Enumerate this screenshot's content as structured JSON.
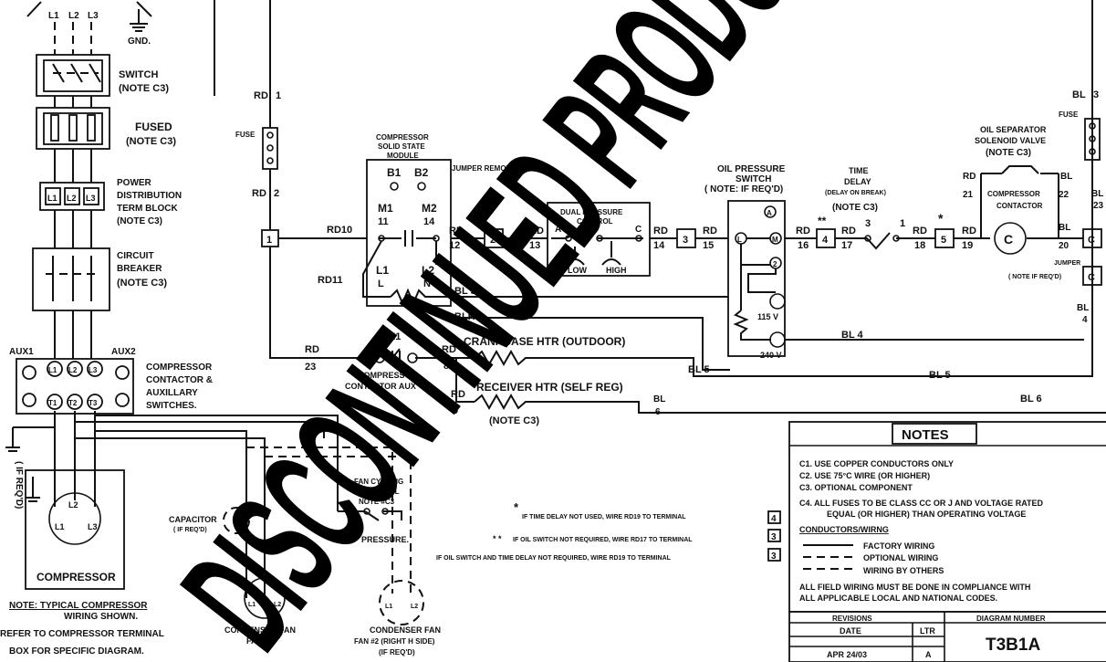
{
  "supply": {
    "phases": [
      "L1",
      "L2",
      "L3"
    ],
    "ground": "GND."
  },
  "components": {
    "switch": "SWITCH",
    "switch_note": "(NOTE C3)",
    "fused": "FUSED",
    "fused_note": "(NOTE C3)",
    "pdb_1": "POWER",
    "pdb_2": "DISTRIBUTION",
    "pdb_3": "TERM BLOCK",
    "pdb_note": "(NOTE C3)",
    "pdb_terms": [
      "L1",
      "L2",
      "L3"
    ],
    "cb_1": "CIRCUIT",
    "cb_2": "BREAKER",
    "cb_note": "(NOTE C3)",
    "aux1": "AUX1",
    "aux2": "AUX2",
    "cc_1": "COMPRESSOR",
    "cc_2": "CONTACTOR &",
    "cc_3": "AUXILLARY",
    "cc_4": "SWITCHES.",
    "cc_line_terms": [
      "L1",
      "L2",
      "L3"
    ],
    "cc_load_terms": [
      "T1",
      "T2",
      "T3"
    ],
    "if_reqd": "( IF REQ'D)",
    "motor_terms": [
      "L1",
      "L2",
      "L3"
    ],
    "compressor": "COMPRESSOR",
    "note_typical_1": "NOTE: TYPICAL COMPRESSOR",
    "note_typical_2": "WIRING SHOWN.",
    "refer_1": "REFER TO COMPRESSOR TERMINAL",
    "refer_2": "BOX FOR SPECIFIC DIAGRAM.",
    "capacitor_1": "CAPACITOR",
    "capacitor_2": "( IF REQ'D)",
    "cond_fan1_1": "CONDENSER FAN",
    "cond_fan1_2": "FAN #1",
    "cond_fan2_1": "CONDENSER FAN",
    "cond_fan2_2": "FAN #2 (RIGHT H SIDE)",
    "cond_fan2_3": "(IF REQ'D)",
    "fan_terms": [
      "L1",
      "L2"
    ],
    "fan_cycling_1": "FAN CYCLING",
    "fan_cycling_2": "CONTROL",
    "fan_cycling_3": "NOTE #C3",
    "pressure": "PRESSURE.",
    "fuse": "FUSE",
    "rd1": "RD",
    "rd1_num": "1",
    "rd2": "RD",
    "rd2_num": "2",
    "term1": "1",
    "rd10": "RD10",
    "rd11": "RD11",
    "csm_1": "COMPRESSOR",
    "csm_2": "SOLID STATE",
    "csm_3": "MODULE",
    "jumper_removed": "JUMPER REMOVED",
    "b1": "B1",
    "b2": "B2",
    "m1": "M1",
    "m2": "M2",
    "m1_num": "11",
    "m2_num": "14",
    "l1": "L1",
    "l2": "L2",
    "l_letter": "L",
    "n_letter": "N",
    "rd12_a": "RD",
    "rd12_b": "12",
    "term2": "2",
    "rd13_a": "RD",
    "rd13_b": "13",
    "dpc_1": "DUAL PRESSURE",
    "dpc_2": "CONTROL",
    "dpc_a": "A",
    "dpc_c": "C",
    "low": "LOW",
    "high": "HIGH",
    "rd14_a": "RD",
    "rd14_b": "14",
    "term3": "3",
    "rd15_a": "RD",
    "rd15_b": "15",
    "ops_1": "OIL PRESSURE",
    "ops_2": "SWITCH",
    "ops_3": "( NOTE: IF REQ'D)",
    "ops_a": "A",
    "ops_l": "L",
    "ops_m": "M",
    "ops_2t": "2",
    "v115": "115 V",
    "v240": "240 V",
    "rd16_a": "RD",
    "rd16_b": "16",
    "dstar": "**",
    "term4": "4",
    "rd17_a": "RD",
    "rd17_b": "17",
    "td_1": "TIME",
    "td_2": "DELAY",
    "td_3": "(DELAY ON BREAK)",
    "td_4": "(NOTE C3)",
    "td_3n": "3",
    "td_1n": "1",
    "rd18_a": "RD",
    "rd18_b": "18",
    "star": "*",
    "term5": "5",
    "rd19_a": "RD",
    "rd19_b": "19",
    "osv_1": "OIL SEPARATOR",
    "osv_2": "SOLENOID VALVE",
    "osv_3": "(NOTE C3)",
    "rd21_a": "RD",
    "rd21_b": "21",
    "comp_contactor_1": "COMPRESSOR",
    "comp_contactor_2": "CONTACTOR",
    "contactor_c": "C",
    "bl22_a": "BL",
    "bl22_b": "22",
    "bl20_a": "BL",
    "bl20_b": "20",
    "bl23_a": "BL",
    "bl23_b": "23",
    "termC": "C",
    "jumper": "JUMPER",
    "note_if_reqd": "( NOTE IF REQ'D)",
    "bl4_a": "BL",
    "bl4_b": "4",
    "bl3_a": "BL",
    "bl3_b": "3",
    "fuse_r": "FUSE",
    "bl5": "BL 5",
    "blk": "BLK",
    "bl4_line": "BL 4",
    "bl5_b": "BL 5",
    "bl5_c": "BL 5",
    "bl6": "BL 6",
    "rd23_a": "RD",
    "rd23_b": "23",
    "aux1_b": "AUX1",
    "cca_1": "COMPRESSOR",
    "cca_2": "CONTACTOR AUX",
    "rd8_a": "RD",
    "rd8_b": "8",
    "crankcase": "CRANKCASE HTR (OUTDOOR)",
    "rd9_a": "RD",
    "rd9_b": "9",
    "receiver": "RECEIVER HTR (SELF REG)",
    "receiver_note": "(NOTE C3)",
    "bl6_a": "BL",
    "bl6_b": "6",
    "fn_star": "*",
    "fn1": "IF TIME DELAY NOT USED, WIRE  RD19  TO TERMINAL",
    "fn1_t": "4",
    "fn_dstar": "* *",
    "fn2": "IF OIL SWITCH NOT REQUIRED, WIRE  RD17 TO TERMINAL",
    "fn2_t": "3",
    "fn3": "IF OIL SWITCH AND TIME DELAY NOT REQUIRED, WIRE RD19 TO TERMINAL",
    "fn3_t": "3"
  },
  "notes": {
    "title": "NOTES",
    "c1": "C1. USE COPPER CONDUCTORS ONLY",
    "c2": "C2. USE 75°C WIRE (OR HIGHER)",
    "c3": "C3. OPTIONAL COMPONENT",
    "c4a": "C4. ALL FUSES TO BE CLASS CC OR J AND VOLTAGE RATED",
    "c4b": "EQUAL (OR HIGHER) THAN OPERATING VOLTAGE",
    "conductors": "CONDUCTORS/WIRNG",
    "factory": "FACTORY WIRING",
    "optional": "OPTIONAL WIRING",
    "others": "WIRING BY OTHERS",
    "field_1": "ALL FIELD WIRING MUST BE DONE IN COMPLIANCE WITH",
    "field_2": "ALL APPLICABLE LOCAL AND NATIONAL CODES."
  },
  "title_block": {
    "revisions": "REVISIONS",
    "date_h": "DATE",
    "ltr_h": "LTR",
    "diagram_number_h": "DIAGRAM NUMBER",
    "date": "APR 24/03",
    "ltr": "A",
    "diagram_number": "T3B1A"
  },
  "watermark": "DISCONTINUED PRODUCT"
}
